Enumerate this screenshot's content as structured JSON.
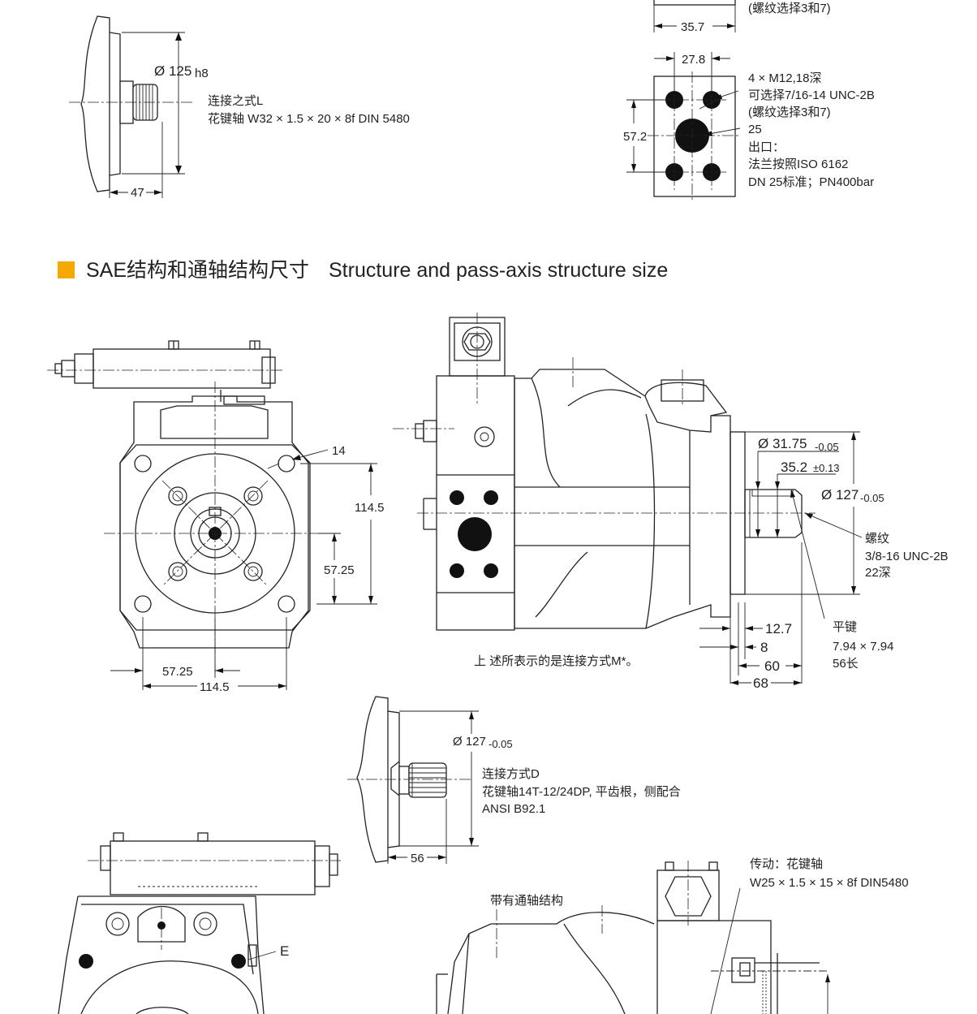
{
  "accent_color": "#f5a800",
  "section_title": {
    "cn": "SAE结构和通轴结构尺寸",
    "en": "Structure and pass-axis structure size"
  },
  "top_left_view": {
    "dia_label": "Ø 125",
    "dia_tol": "h8",
    "dim_width": "47",
    "note_line1": "连接之式L",
    "note_line2": "花键轴 W32 × 1.5 × 20 × 8f DIN 5480"
  },
  "top_right_view": {
    "note_top": "(螺纹选择3和7)",
    "dim_top": "35.7",
    "dim_width": "27.8",
    "dim_height": "57.2",
    "notes": [
      "4 × M12,18深",
      "可选择7/16-14 UNC-2B",
      "(螺纹选择3和7)",
      "25",
      "出口：",
      "法兰按照ISO 6162",
      "DN 25标准；PN400bar"
    ]
  },
  "sae_front_view": {
    "hole_label": "14",
    "dim_v_total": "114.5",
    "dim_v_half": "57.25",
    "dim_h_half": "57.25",
    "dim_h_total": "114.5"
  },
  "sae_side_view": {
    "dia1": "Ø 31.75",
    "dia1_tol": "-0.05",
    "dim_key": "35.2",
    "dim_key_tol": "±0.13",
    "dia2": "Ø 127",
    "dia2_tol": "-0.05",
    "thread_notes": [
      "螺纹",
      "3/8-16 UNC-2B",
      "22深"
    ],
    "key_notes": [
      "平键",
      "7.94 × 7.94",
      "56长"
    ],
    "dim_a": "12.7",
    "dim_b": "8",
    "dim_c": "60",
    "dim_d": "68",
    "caption": "上 述所表示的是连接方式M*。"
  },
  "spline_d_view": {
    "dia": "Ø 127",
    "dia_tol": "-0.05",
    "dim_width": "56",
    "notes": [
      "连接方式D",
      "花键轴14T-12/24DP, 平齿根，侧配合",
      "ANSI B92.1"
    ]
  },
  "through_shaft_view": {
    "label": "带有通轴结构",
    "drive_notes": [
      "传动：花键轴",
      "W25 × 1.5 × 15 × 8f DIN5480"
    ]
  },
  "bottom_front_view": {
    "port_label": "E"
  }
}
